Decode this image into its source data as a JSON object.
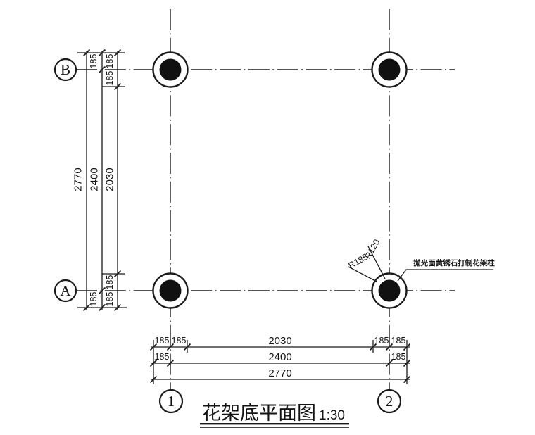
{
  "drawing": {
    "title": "花架底平面图",
    "scale": "1:30",
    "grid": {
      "row_bubbles": [
        "B",
        "A"
      ],
      "col_bubbles": [
        "1",
        "2"
      ]
    },
    "left_chain": {
      "main": [
        "2770",
        "2400",
        "2030"
      ],
      "top_offsets": [
        "185",
        "185",
        "185"
      ],
      "bottom_offsets": [
        "185",
        "185",
        "185"
      ]
    },
    "bottom_chain": {
      "row1": [
        "185",
        "185",
        "2030",
        "185",
        "185"
      ],
      "row2": [
        "185",
        "2400",
        "185"
      ],
      "row3": [
        "2770"
      ]
    },
    "callouts": {
      "radius_inner": "R120",
      "radius_outer": "R185",
      "column_note": "抛光面黄锈石打制花架柱"
    },
    "colors": {
      "line": "#1b1b1b",
      "background": "#ffffff"
    }
  }
}
